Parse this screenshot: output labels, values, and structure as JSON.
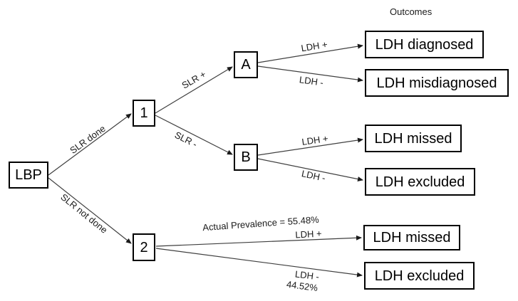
{
  "header": {
    "title": "Outcomes"
  },
  "nodes": {
    "root": "LBP",
    "n1": "1",
    "nA": "A",
    "nB": "B",
    "n2": "2"
  },
  "outcomes": {
    "diagnosed": "LDH diagnosed",
    "misdiagnosed": "LDH misdiagnosed",
    "missed_b": "LDH missed",
    "excluded_b": "LDH excluded",
    "missed_2": "LDH missed",
    "excluded_2": "LDH excluded"
  },
  "edge_labels": {
    "slr_done": "SLR done",
    "slr_not_done": "SLR not done",
    "slr_pos": "SLR +",
    "slr_neg": "SLR -",
    "ldh_pos_a": "LDH +",
    "ldh_neg_a": "LDH -",
    "ldh_pos_b": "LDH +",
    "ldh_neg_b": "LDH -",
    "prevalence": "Actual Prevalence = 55.48%",
    "ldh_pos_2": "LDH +",
    "ldh_neg_2": "LDH -",
    "ldh_neg_2_pct": "44.52%"
  },
  "colors": {
    "line": "#3f3f3f",
    "box_border": "#000000",
    "text": "#000000",
    "background": "#ffffff"
  }
}
